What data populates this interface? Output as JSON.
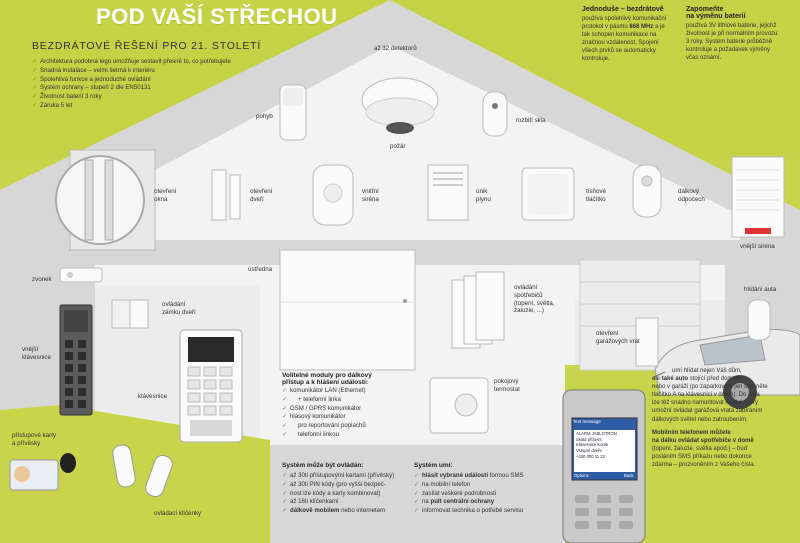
{
  "colors": {
    "house": "#d6d6d6",
    "background": "#c9d44a",
    "title": "#ffffff",
    "accent": "#7a9a1e",
    "wall": "#ffffff"
  },
  "title": "POD VAŠÍ STŘECHOU",
  "subtitle": "BEZDRÁTOVÉ ŘEŠENÍ PRO 21. STOLETÍ",
  "features": [
    "Architektura podobná lego umožňuje sestavit přesně to, co potřebujete",
    "Snadná instalace – velmi šetrná k interiéru",
    "Spolehlivá funkce a jednoduché ovládání",
    "Systém ochrany – stupeň 2 dle EN50131",
    "Životnost baterií 3 roky",
    "Záruka 5 let"
  ],
  "topinfo": {
    "col1_title": "Jednoduše – bezdrátově",
    "col1_pre": "používá spolehlivý komunikační protokol v pásmu ",
    "col1_bold": "868 MHz",
    "col1_post": " a je tak schopen komunikace na značnou vzdálenost. Spojení všech prvků se automaticky kontroluje.",
    "col2_title_l1": "Zapomeňte",
    "col2_title_l2": "na výměnu baterií",
    "col2_text": "používá 3V lithiové baterie, jejichž životnost je při normálním provozu 3 roky. Systém baterie průběžně kontroluje a požadavek výměny včas oznámí."
  },
  "labels": {
    "detectors": "až 32 detektorů",
    "motion": "pohyb",
    "fire": "požár",
    "glass": "rozbití skla",
    "window_l1": "otevření",
    "window_l2": "okna",
    "door_l1": "otevření",
    "door_l2": "dveří",
    "siren_in_l1": "vnitřní",
    "siren_in_l2": "siréna",
    "gas_l1": "únik",
    "gas_l2": "plynu",
    "panic_l1": "tísňové",
    "panic_l2": "tlačítko",
    "remote_l1": "dálkový",
    "remote_l2": "odpočech",
    "siren_out": "vnější siréna",
    "bell": "zvonek",
    "central": "ústředna",
    "lock_l1": "ovládání",
    "lock_l2": "zámku dveří",
    "appliance_l1": "ovládání",
    "appliance_l2": "spotřebičů",
    "appliance_l3": "(topení, světla,",
    "appliance_l4": "žaluzie, ...)",
    "car": "hlídání auta",
    "garage_l1": "otevření",
    "garage_l2": "garážových vrat",
    "ext_keypad_l1": "vnější",
    "ext_keypad_l2": "klávesnice",
    "keypad": "klávesnice",
    "thermostat_l1": "pokojový",
    "thermostat_l2": "termostat",
    "access_l1": "přístupové karty",
    "access_l2": "a přívěsky",
    "keyfobs": "ovládací klíčenky"
  },
  "modules": {
    "title_l1": "Volitelné moduly pro dálkový",
    "title_l2": "přístup a k hlášení událostí:",
    "items": [
      "komunikátor LAN (Ethernet)",
      "+ telefonní linka",
      "GSM / GPRS komunikátor",
      "hlasový komunikátor",
      "pro reportování poplachů",
      "telefonní linkou"
    ]
  },
  "control": {
    "title": "Systém může být ovládán:",
    "items": [
      "až 30ti přístupovými kartami (přívěsky)",
      "až 30ti PIN kódy (pro vyšší bezpeč-",
      "nost lze kódy a karty kombinovat)",
      "až 16ti klíčenkami"
    ],
    "last_bold": "dálkově mobilem",
    "last_rest": " nebo internetem"
  },
  "system": {
    "title": "Systém umí:",
    "i1_bold": "hlásit vybrané události",
    "i1_rest": " formou SMS",
    "i1_l2": "na mobilní telefon",
    "i2": "zasílat veškeré podrobnosti",
    "i2_pre": "na ",
    "i2_bold": "pult centrální ochrany",
    "i3": "informovat technika o potřebě servisu"
  },
  "phone": {
    "header": "Text message",
    "line1": "ALARM JABLOTRON",
    "line2": "Sklad přízemí",
    "line3": "Klávesnice Koule",
    "line4": "Vstupní dveře",
    "line5": "+420 000 11 22",
    "left_key": "Options",
    "right_key": "Back"
  },
  "mobile": {
    "p1": "umí hlídat nejen Váš dům,",
    "p2_pre": "ale ",
    "p2_bold": "také auto",
    "p2_post": " stojící před domem",
    "p3": "nebo v garáži (po zaparkování jen stiskněte",
    "p4": "tlačítko A na klávesnici v domě). Do auta",
    "p5": "lze též snadno namontovat modul, který",
    "p6": "umožní ovládat garážová vrata zabíráním",
    "p7": "dálkových světel nebo zatroubením.",
    "q1_bold": "Mobilním telefonem můžete",
    "q2_bold": "na dálku ovládat spotřebiče v domě",
    "q3": "(topení, žaluzie, světla apod.) – buď",
    "q4": "posláním SMS příkazu nebo dokonce",
    "q5": "zdarma – prozvoněním z Vašeho čísla."
  }
}
